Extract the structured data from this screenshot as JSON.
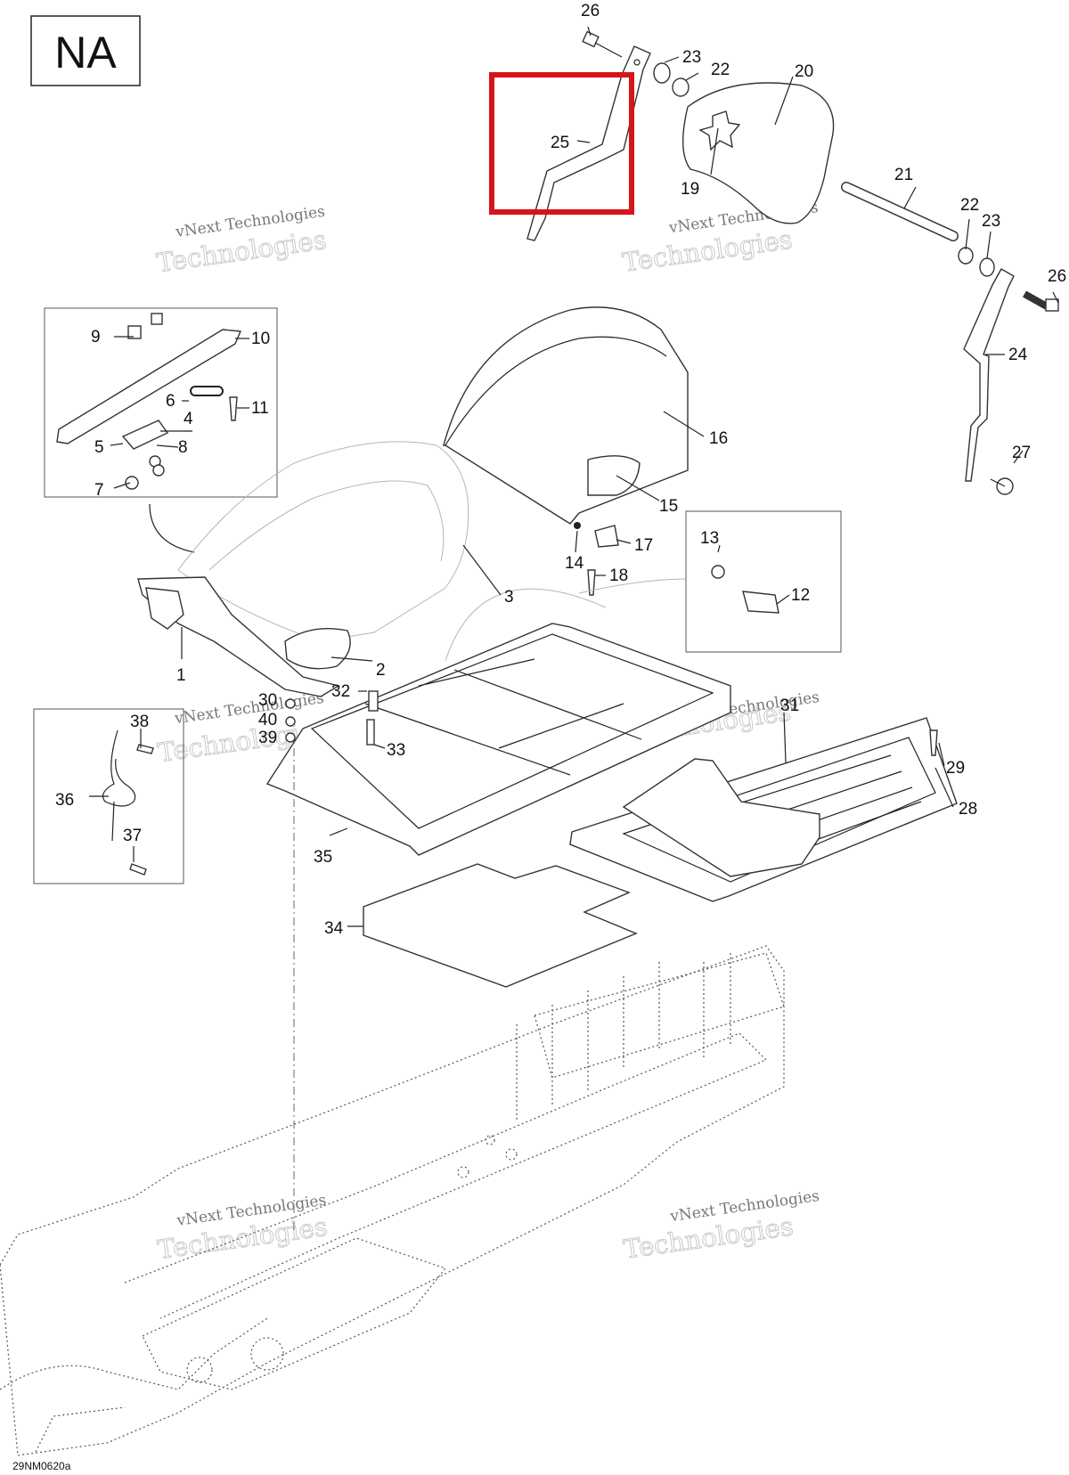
{
  "region_code": "NA",
  "drawing_code": "29NM0620a",
  "watermark": {
    "line1": "vNext Technologies",
    "line2": "Technologies"
  },
  "highlight": {
    "color": "#d7141a",
    "part": "25"
  },
  "callouts": [
    "1",
    "2",
    "3",
    "4",
    "5",
    "6",
    "7",
    "8",
    "9",
    "10",
    "11",
    "12",
    "13",
    "14",
    "15",
    "16",
    "17",
    "18",
    "19",
    "20",
    "21",
    "22",
    "22",
    "23",
    "23",
    "24",
    "25",
    "26",
    "26",
    "27",
    "28",
    "29",
    "30",
    "31",
    "32",
    "33",
    "34",
    "35",
    "36",
    "37",
    "38",
    "39",
    "40"
  ]
}
